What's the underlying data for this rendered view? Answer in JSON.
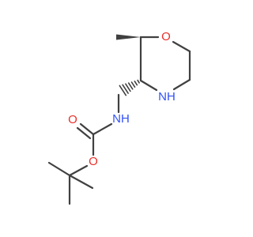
{
  "molecule": {
    "colors": {
      "carbon_bond": "#404040",
      "oxygen": "#e8302a",
      "nitrogen": "#3050f8",
      "background": "#ffffff"
    },
    "atoms": {
      "ring_oxygen": "O",
      "ring_nitrogen": "NH",
      "carbamate_nitrogen": "NH",
      "carbonyl_oxygen": "O",
      "ester_oxygen": "O"
    }
  }
}
